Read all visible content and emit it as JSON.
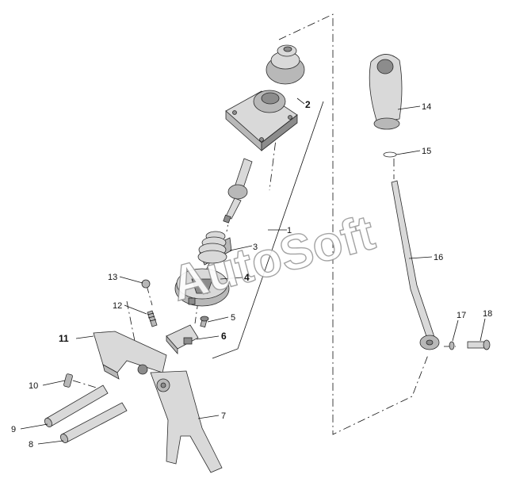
{
  "watermark": "AutoSoft",
  "callouts": [
    {
      "id": "1",
      "label": "1"
    },
    {
      "id": "2",
      "label": "2"
    },
    {
      "id": "3",
      "label": "3"
    },
    {
      "id": "4",
      "label": "4"
    },
    {
      "id": "5",
      "label": "5"
    },
    {
      "id": "6",
      "label": "6"
    },
    {
      "id": "7",
      "label": "7"
    },
    {
      "id": "8",
      "label": "8"
    },
    {
      "id": "9",
      "label": "9"
    },
    {
      "id": "10",
      "label": "10"
    },
    {
      "id": "11",
      "label": "11"
    },
    {
      "id": "12",
      "label": "12"
    },
    {
      "id": "13",
      "label": "13"
    },
    {
      "id": "14",
      "label": "14"
    },
    {
      "id": "15",
      "label": "15"
    },
    {
      "id": "16",
      "label": "16"
    },
    {
      "id": "17",
      "label": "17"
    },
    {
      "id": "18",
      "label": "18"
    }
  ],
  "colors": {
    "line": "#2a2a2a",
    "shade_light": "#d9d9d9",
    "shade_mid": "#b8b8b8",
    "shade_dark": "#8c8c8c",
    "background": "#ffffff"
  }
}
